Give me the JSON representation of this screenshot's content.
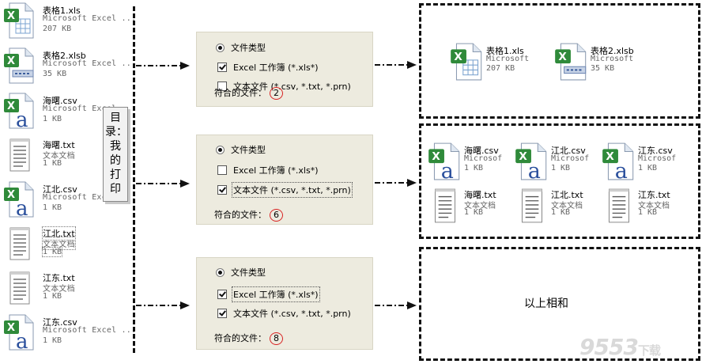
{
  "directory_label": "目录：我的打印",
  "left_files": [
    {
      "name": "表格1.xls",
      "type": "Microsoft Excel ...",
      "size": "207 KB",
      "icon": "excel-sheet-icon"
    },
    {
      "name": "表格2.xlsb",
      "type": "Microsoft Excel ...",
      "size": "35 KB",
      "icon": "excel-binary-icon"
    },
    {
      "name": "海曙.csv",
      "type": "Microsoft Excel ...",
      "size": "1 KB",
      "icon": "excel-csv-icon"
    },
    {
      "name": "海曙.txt",
      "type": "文本文档",
      "size": "1 KB",
      "icon": "text-file-icon"
    },
    {
      "name": "江北.csv",
      "type": "Microsoft Excel ...",
      "size": "1 KB",
      "icon": "excel-csv-icon"
    },
    {
      "name": "江北.txt",
      "type": "文本文档",
      "size": "1 KB",
      "icon": "text-file-icon"
    },
    {
      "name": "江东.txt",
      "type": "文本文档",
      "size": "1 KB",
      "icon": "text-file-icon"
    },
    {
      "name": "江东.csv",
      "type": "Microsoft Excel ...",
      "size": "1 KB",
      "icon": "excel-csv-icon"
    }
  ],
  "panels": [
    {
      "group_label": "文件类型",
      "opt_excel": "Excel 工作簿 (*.xls*)",
      "opt_text": "文本文件 (*.csv, *.txt, *.prn)",
      "excel_checked": true,
      "text_checked": false,
      "match_label": "符合的文件：",
      "match_count": "2"
    },
    {
      "group_label": "文件类型",
      "opt_excel": "Excel 工作簿 (*.xls*)",
      "opt_text": "文本文件 (*.csv, *.txt, *.prn)",
      "excel_checked": false,
      "text_checked": true,
      "match_label": "符合的文件：",
      "match_count": "6"
    },
    {
      "group_label": "文件类型",
      "opt_excel": "Excel 工作簿 (*.xls*)",
      "opt_text": "文本文件 (*.csv, *.txt, *.prn)",
      "excel_checked": true,
      "text_checked": true,
      "match_label": "符合的文件：",
      "match_count": "8"
    }
  ],
  "result1": [
    {
      "name": "表格1.xls",
      "type": "Microsoft",
      "size": "207 KB",
      "icon": "excel-sheet-icon"
    },
    {
      "name": "表格2.xlsb",
      "type": "Microsoft",
      "size": "35 KB",
      "icon": "excel-binary-icon"
    }
  ],
  "result2": [
    {
      "name": "海曙.csv",
      "type": "Microsof",
      "size": "1 KB",
      "icon": "excel-csv-icon"
    },
    {
      "name": "江北.csv",
      "type": "Microsof",
      "size": "1 KB",
      "icon": "excel-csv-icon"
    },
    {
      "name": "江东.csv",
      "type": "Microsof",
      "size": "1 KB",
      "icon": "excel-csv-icon"
    },
    {
      "name": "海曙.txt",
      "type": "文本文档",
      "size": "1 KB",
      "icon": "text-file-icon"
    },
    {
      "name": "江北.txt",
      "type": "文本文档",
      "size": "1 KB",
      "icon": "text-file-icon"
    },
    {
      "name": "江东.txt",
      "type": "文本文档",
      "size": "1 KB",
      "icon": "text-file-icon"
    }
  ],
  "result3_text": "以上相和",
  "watermark": {
    "main": "9553",
    "sub": "下载"
  },
  "colors": {
    "panel_bg": "#edebdf",
    "count_circle": "#d82020",
    "excel_green": "#2f8a3a",
    "csv_a": "#2a4f9c"
  }
}
